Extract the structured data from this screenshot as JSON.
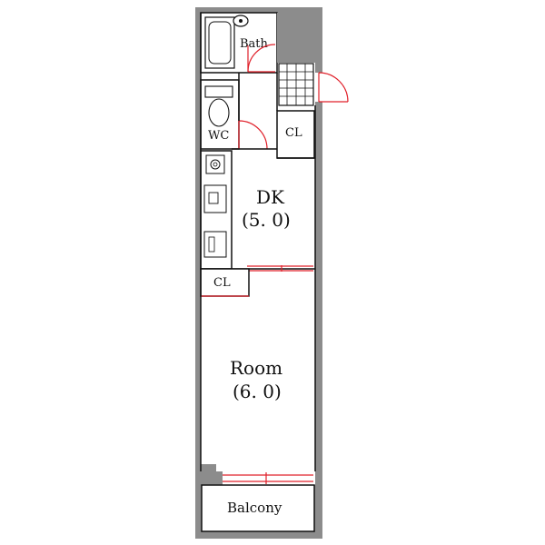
{
  "floor_plan": {
    "rooms": {
      "bath": "Bath",
      "wc": "WC",
      "closet_top": "CL",
      "dk_name": "DK",
      "dk_size": "(5. 0)",
      "closet_mid": "CL",
      "room_name": "Room",
      "room_size": "(6. 0)",
      "balcony": "Balcony"
    },
    "colors": {
      "wall": "#8c8c8c",
      "line": "#111111",
      "door": "#e0202a"
    }
  }
}
